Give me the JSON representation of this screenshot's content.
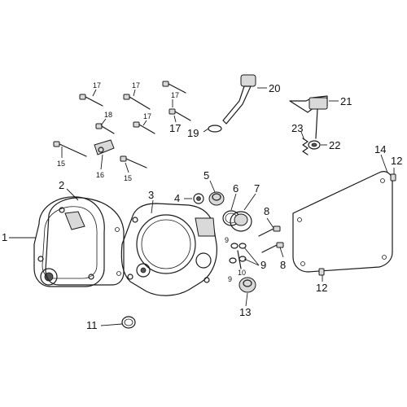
{
  "callouts": {
    "c1": "1",
    "c2": "2",
    "c3": "3",
    "c4": "4",
    "c5": "5",
    "c6": "6",
    "c7": "7",
    "c8a": "8",
    "c8b": "8",
    "c9a": "9",
    "c9b": "9",
    "c9c": "9",
    "c10": "10",
    "c11": "11",
    "c12a": "12",
    "c12b": "12",
    "c13": "13",
    "c14": "14",
    "c15a": "15",
    "c15b": "15",
    "c16": "16",
    "c17a": "17",
    "c17b": "17",
    "c17c": "17",
    "c17d": "17",
    "c17e": "17",
    "c18": "18",
    "c19": "19",
    "c20": "20",
    "c21": "21",
    "c22": "22",
    "c23": "23"
  }
}
